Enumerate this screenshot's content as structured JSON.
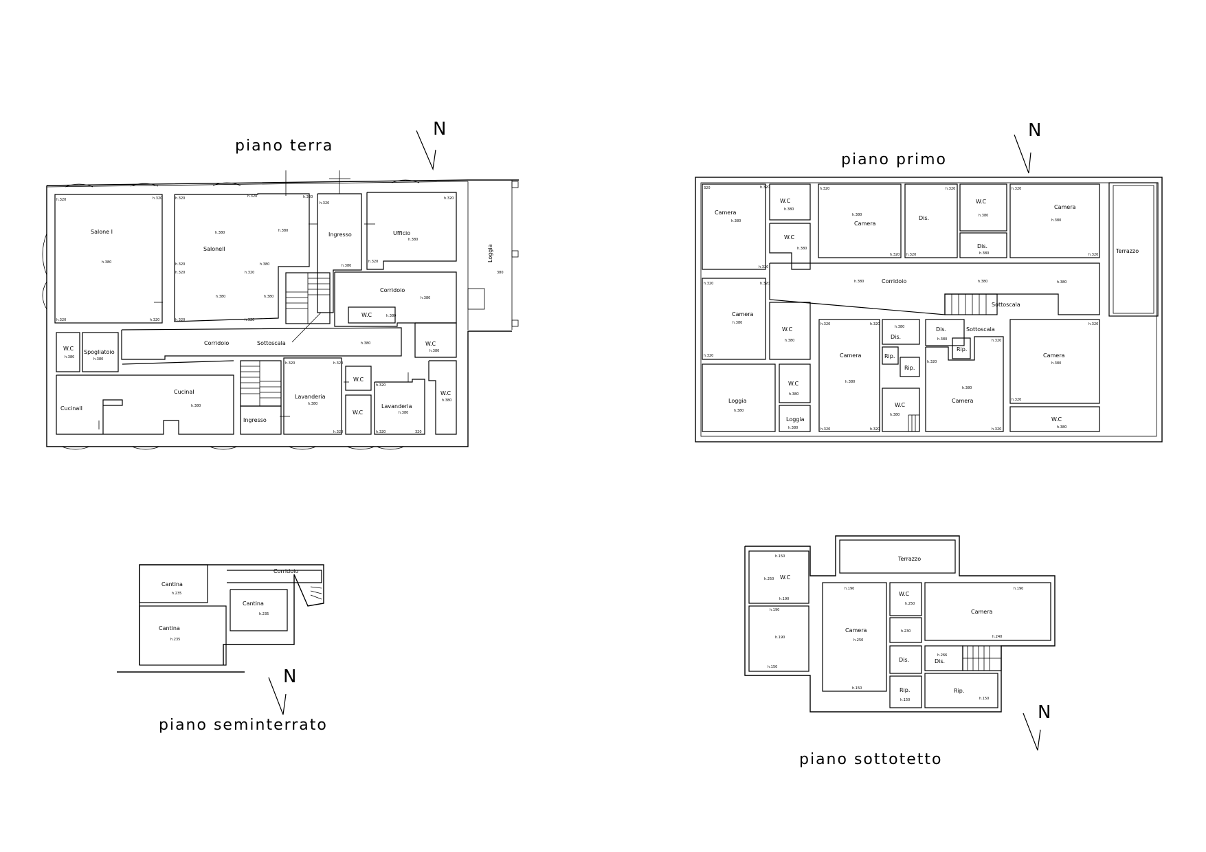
{
  "colors": {
    "line": "#000000",
    "background": "#ffffff"
  },
  "north_symbol": "N",
  "plans": {
    "terra": {
      "title": "piano terra",
      "rooms": {
        "salone1": {
          "name": "Salone I",
          "h_main": "h.380",
          "h_c1": "h.320",
          "h_c2": "h.320",
          "h_c3": "h.320",
          "h_c4": "h.320"
        },
        "salone2": {
          "name": "SaloneII",
          "h_a": "h.380",
          "h_b": "h.380",
          "h_c": "h.380",
          "h_d": "h.380",
          "h_e": "h.380",
          "h_c1": "h.320",
          "h_c2": "h.320",
          "h_c3": "h.320",
          "h_c4": "h.320",
          "h_c5": "h.320",
          "h_c6": "h.320",
          "h_c7": "h.320",
          "h_c8": "h.320"
        },
        "ingresso_n": {
          "name": "Ingresso",
          "h": "h.380",
          "h_c": "h.320"
        },
        "ufficio": {
          "name": "Ufficio",
          "h": "h.380",
          "h_c1": "h.320",
          "h_c2": "h.320"
        },
        "loggia": {
          "name": "Loggia",
          "h": "380"
        },
        "corridoio_e": {
          "name": "Corridoio",
          "h": "h.380"
        },
        "wc_mid": {
          "name": "W.C",
          "h": "h.380"
        },
        "corridoio": {
          "name": "Corridoio"
        },
        "sottoscala": {
          "name": "Sottoscala",
          "h": "h.380"
        },
        "wc_e": {
          "name": "W.C",
          "h": "h.380"
        },
        "wc_w": {
          "name": "W.C",
          "h": "h.380"
        },
        "spogliatoio": {
          "name": "Spogliatoio",
          "h": "h.380"
        },
        "cucina1": {
          "name": "CucinaI",
          "h": "h.380"
        },
        "cucina2": {
          "name": "CucinaII"
        },
        "ingresso_s": {
          "name": "Ingresso"
        },
        "lavanderia1": {
          "name": "Lavanderia",
          "h": "h.380",
          "h_c1": "h.320",
          "h_c2": "h.320",
          "h_c3": "h.320"
        },
        "wc_s1": {
          "name": "W.C"
        },
        "wc_s2": {
          "name": "W.C"
        },
        "lavanderia2": {
          "name": "Lavanderia",
          "h": "h.380",
          "h_c1": "h.320",
          "h_c2": "h.320",
          "h_c3": "320"
        },
        "wc_se": {
          "name": "W.C",
          "h": "h.380"
        }
      }
    },
    "primo": {
      "title": "piano primo",
      "rooms": {
        "camera_nw": {
          "name": "Camera",
          "h": "h.380",
          "h_c1": "320",
          "h_c2": "h.320",
          "h_c3": "h.320"
        },
        "wc_n1": {
          "name": "W.C",
          "h": "h.380"
        },
        "wc_n2": {
          "name": "W.C",
          "h": "h.380"
        },
        "camera_n": {
          "name": "Camera",
          "h": "h.380",
          "h_c1": "h.320",
          "h_c2": "h.320"
        },
        "dis_n": {
          "name": "Dis.",
          "h_c1": "h.320",
          "h_c2": "h.320"
        },
        "wc_n3": {
          "name": "W.C",
          "h": "h.380"
        },
        "dis_n2": {
          "name": "Dis.",
          "h": "h.380"
        },
        "camera_ne": {
          "name": "Camera",
          "h": "h.380",
          "h_c1": "h.320",
          "h_c2": "h.320"
        },
        "terrazzo": {
          "name": "Terrazzo"
        },
        "corridoio": {
          "name": "Corridoio",
          "h_a": "h.380",
          "h_b": "h.380",
          "h_c": "h.380"
        },
        "sottoscala": {
          "name": "Sottoscala"
        },
        "camera_w": {
          "name": "Camera",
          "h": "h.380",
          "h_c1": "h.320",
          "h_c2": "h.320",
          "h_c3": "h.320"
        },
        "wc_w": {
          "name": "W.C",
          "h": "h.380"
        },
        "loggia_w": {
          "name": "Loggia",
          "h": "h.380"
        },
        "wc_sw": {
          "name": "W.C",
          "h": "h.380"
        },
        "loggia_s": {
          "name": "Loggia",
          "h": "h.380"
        },
        "camera_mid": {
          "name": "Camera",
          "h": "h.380",
          "h_c1": "h.320",
          "h_c2": "h.320",
          "h_c3": "h.320",
          "h_c4": "h.320"
        },
        "dis_a": {
          "name": "Dis.",
          "h": "h.380"
        },
        "rip_a": {
          "name": "Rip."
        },
        "rip_b": {
          "name": "Rip."
        },
        "wc_mid": {
          "name": "W.C",
          "h": "h.380"
        },
        "dis_b": {
          "name": "Dis.",
          "h": "h.380"
        },
        "sottoscala2": {
          "name": "Sottoscala"
        },
        "rip_c": {
          "name": "Rip."
        },
        "camera_c": {
          "name": "Camera",
          "h": "h.380",
          "h_c1": "h.320",
          "h_c2": "h.320",
          "h_c3": "h.320"
        },
        "camera_e": {
          "name": "Camera",
          "h": "h.380",
          "h_c1": "h.320",
          "h_c2": "h.320"
        },
        "wc_e": {
          "name": "W.C",
          "h": "h.380"
        }
      }
    },
    "seminterrato": {
      "title": "piano seminterrato",
      "rooms": {
        "cantina1": {
          "name": "Cantina",
          "h": "h.235"
        },
        "cantina2": {
          "name": "Cantina",
          "h": "h.235"
        },
        "cantina3": {
          "name": "Cantina",
          "h": "h.235"
        },
        "corridoio": {
          "name": "Corridoio"
        }
      }
    },
    "sottotetto": {
      "title": "piano sottotetto",
      "rooms": {
        "wc_w": {
          "name": "W.C",
          "h_a": "h.150",
          "h_b": "h.250",
          "h_c": "h.190"
        },
        "room_w": {
          "h_a": "h.190",
          "h_b": "h.190",
          "h_c": "h.150"
        },
        "terrazzo": {
          "name": "Terrazzo"
        },
        "camera_w": {
          "name": "Camera",
          "h": "h.250",
          "h_a": "h.190",
          "h_b": "h.150"
        },
        "wc_c": {
          "name": "W.C",
          "h_a": "h.250",
          "h_b": "h.230"
        },
        "camera_e": {
          "name": "Camera",
          "h_a": "h.190",
          "h_b": "h.240"
        },
        "dis_a": {
          "name": "Dis."
        },
        "dis_b": {
          "name": "Dis.",
          "h": "h.266"
        },
        "rip_a": {
          "name": "Rip.",
          "h": "h.150"
        },
        "rip_b": {
          "name": "Rip.",
          "h": "h.150"
        }
      }
    }
  }
}
